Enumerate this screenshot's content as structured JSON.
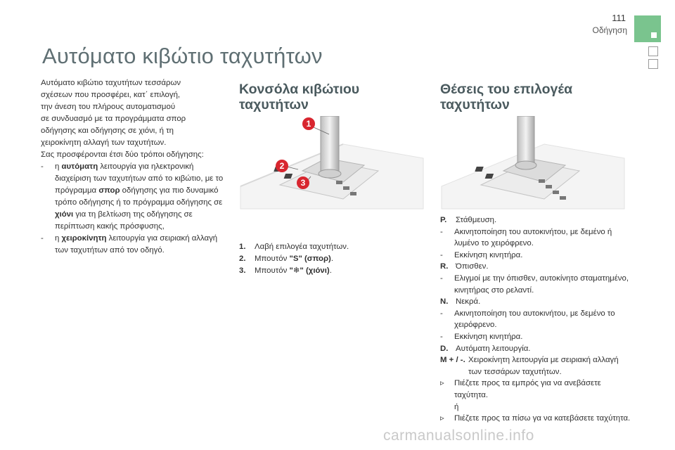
{
  "header": {
    "page_number": "111",
    "section": "Οδήγηση"
  },
  "title": "Αυτόματο κιβώτιο ταχυτήτων",
  "intro": {
    "lines": [
      "Αυτόματο κιβώτιο ταχυτήτων τεσσάρων",
      "σχέσεων που προσφέρει, κατ΄ επιλογή,",
      "την άνεση του πλήρους αυτοματισμού",
      "σε συνδυασμό με τα προγράμματα σπορ",
      "οδήγησης και οδήγησης σε χιόνι, ή τη",
      "χειροκίνητη αλλαγή των ταχυτήτων.",
      "Σας προσφέρονται έτσι δύο τρόποι οδήγησης:"
    ],
    "bullet1": {
      "dash": "-",
      "pre": "η ",
      "bold1": "αυτόματη",
      "mid1": " λειτουργία για ηλεκτρονική διαχείριση των ταχυτήτων από το κιβώτιο, με το πρόγραμμα ",
      "bold2": "σπορ",
      "mid2": " οδήγησης για πιο δυναμικό τρόπο οδήγησης ή το πρόγραμμα οδήγησης σε ",
      "bold3": "χιόνι",
      "post": " για τη βελτίωση της οδήγησης σε περίπτωση κακής πρόσφυσης,"
    },
    "bullet2": {
      "dash": "-",
      "pre": "η ",
      "bold": "χειροκίνητη",
      "post": " λειτουργία για σειριακή αλλαγή των ταχυτήτων από τον οδηγό."
    }
  },
  "console_section": {
    "title_line1": "Κονσόλα κιβώτιου",
    "title_line2": "ταχυτήτων",
    "callouts": [
      "1",
      "2",
      "3"
    ],
    "legend": [
      {
        "num": "1.",
        "text": "Λαβή επιλογέα ταχυτήτων.",
        "bold": ""
      },
      {
        "num": "2.",
        "text": "Μπουτόν ",
        "bold": "\"S\" (σπορ)",
        "end": "."
      },
      {
        "num": "3.",
        "text": "Μπουτόν ",
        "bold": "\"❄\" (χιόνι)",
        "end": "."
      }
    ]
  },
  "positions_section": {
    "title_line1": "Θέσεις του επιλογέα",
    "title_line2": "ταχυτήτων",
    "items": [
      {
        "type": "key",
        "key": "P.",
        "text": "Στάθμευση."
      },
      {
        "type": "dash",
        "mark": "-",
        "text": "Ακινητοποίηση του αυτοκινήτου, με δεμένο ή λυμένο το χειρόφρενο."
      },
      {
        "type": "dash",
        "mark": "-",
        "text": "Εκκίνηση κινητήρα."
      },
      {
        "type": "key",
        "key": "R.",
        "text": "Όπισθεν."
      },
      {
        "type": "dash",
        "mark": "-",
        "text": "Ελιγμοί με την όπισθεν, αυτοκίνητο σταματημένο, κινητήρας στο ρελαντί."
      },
      {
        "type": "key",
        "key": "N.",
        "text": "Νεκρά."
      },
      {
        "type": "dash",
        "mark": "-",
        "text": "Ακινητοποίηση του αυτοκινήτου, με δεμένο το χειρόφρενο."
      },
      {
        "type": "dash",
        "mark": "-",
        "text": "Εκκίνηση κινητήρα."
      },
      {
        "type": "key",
        "key": "D.",
        "text": "Αυτόματη λειτουργία."
      },
      {
        "type": "keywide",
        "key": "M + / -.",
        "text": "Χειροκίνητη λειτουργία με σειριακή αλλαγή των τεσσάρων ταχυτήτων."
      },
      {
        "type": "dash",
        "mark": "",
        "text": "Πιέζετε προς τα εμπρός για να ανεβάσετε ταχύτητα."
      },
      {
        "type": "dash",
        "mark": "",
        "text": "ή"
      },
      {
        "type": "dash",
        "mark": "",
        "text": "Πιέζετε προς τα πίσω γα να κατεβάσετε ταχύτητα."
      }
    ]
  },
  "watermark": "carmanualsonline.info",
  "colors": {
    "accent_green": "#7ac48e",
    "callout_red": "#d8262f",
    "title_grey": "#5f6f73"
  }
}
